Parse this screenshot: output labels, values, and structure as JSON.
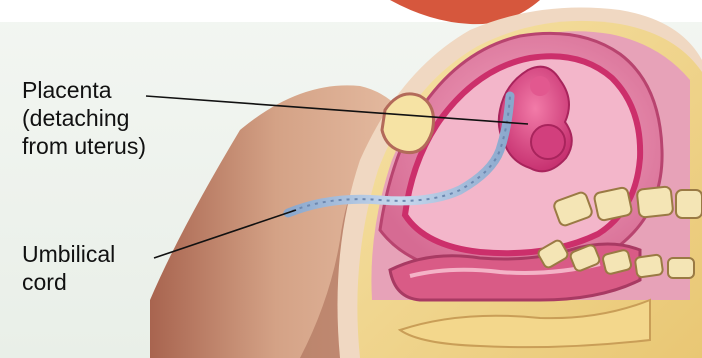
{
  "labels": {
    "placenta": {
      "line1": "Placenta",
      "line2": "(detaching",
      "line3": "from uterus)"
    },
    "cord": {
      "line1": "Umbilical",
      "line2": "cord"
    }
  },
  "colors": {
    "background": "#eef3ee",
    "skin": "#d9a98a",
    "skin_shadow": "#b97a62",
    "fat_yellow": "#f2d893",
    "uterus_wall": "#e9a0b6",
    "uterus_inner": "#d8447c",
    "placenta": "#e0508a",
    "cord": "#9fb7d6",
    "bone": "#f4e5b5",
    "bone_outline": "#c9a96a",
    "leader_line": "#111111"
  }
}
